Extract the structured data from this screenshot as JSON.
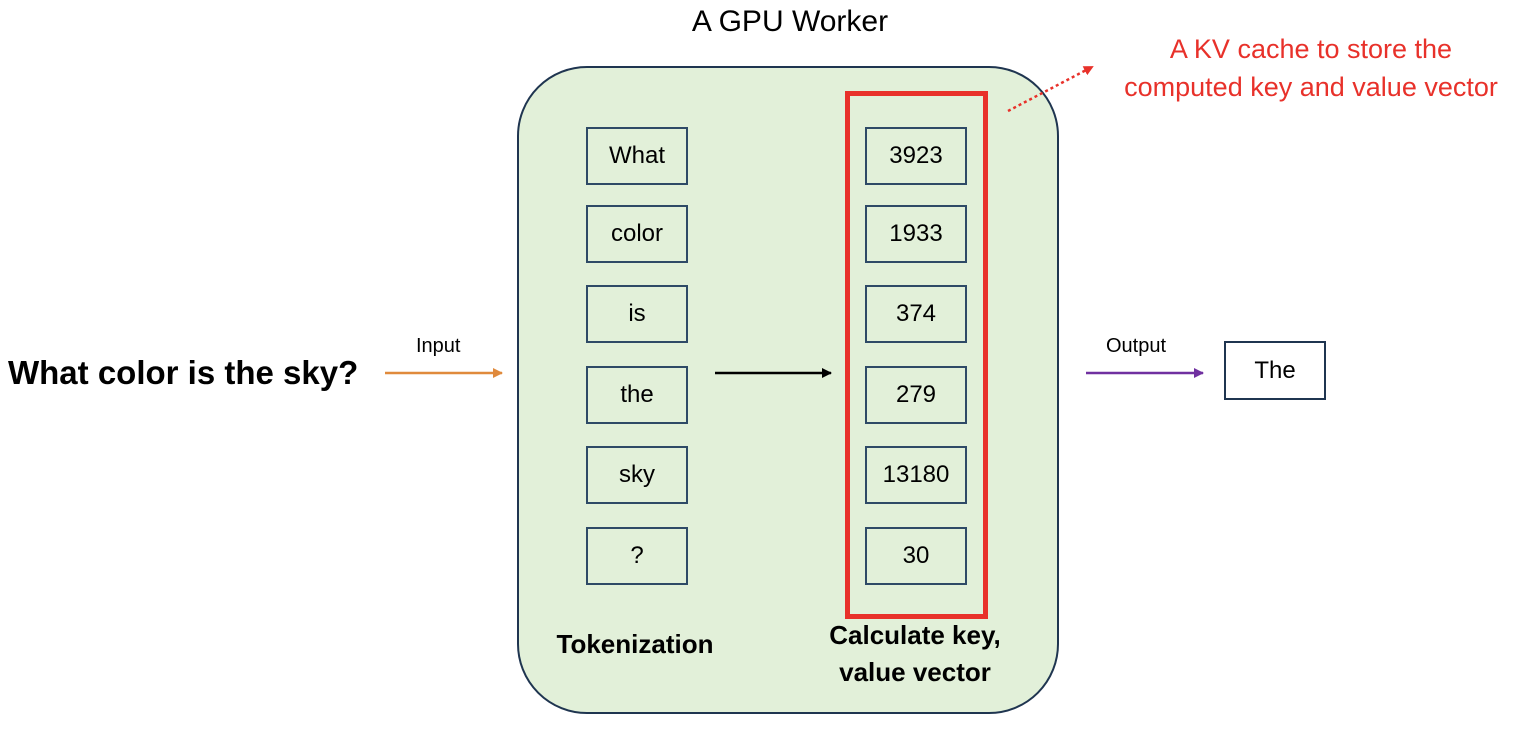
{
  "title": "A GPU Worker",
  "question": "What color is the sky?",
  "input_label": "Input",
  "output_label": "Output",
  "output_token": "The",
  "tokens": [
    "What",
    "color",
    "is",
    "the",
    "sky",
    "?"
  ],
  "token_ids": [
    "3923",
    "1933",
    "374",
    "279",
    "13180",
    "30"
  ],
  "tokenization_label": "Tokenization",
  "kv_label_line1": "Calculate key,",
  "kv_label_line2": "value vector",
  "annotation_line1": "A KV cache to store the",
  "annotation_line2": "computed key and value vector",
  "colors": {
    "input_arrow": "#e08a3c",
    "output_arrow": "#7030a0",
    "kv_cache": "#e8312a",
    "worker_fill": "#e2f0d9",
    "worker_border": "#1f3550"
  }
}
